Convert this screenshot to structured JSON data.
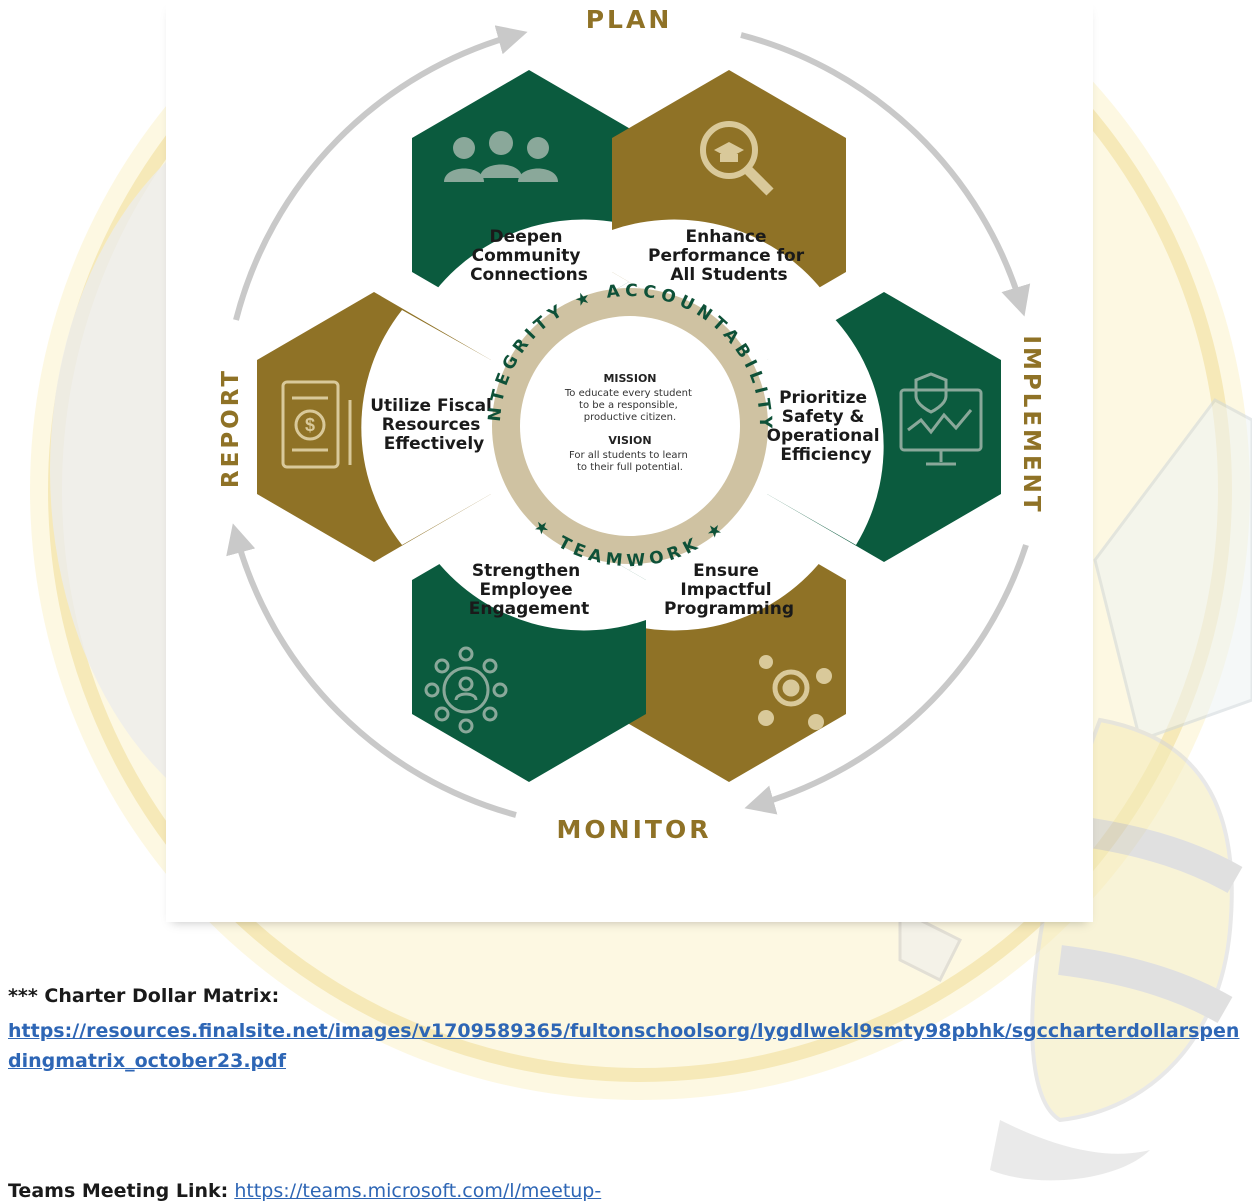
{
  "cycle": {
    "plan": "PLAN",
    "implement": "IMPLEMENT",
    "monitor": "MONITOR",
    "report": "REPORT"
  },
  "goals": [
    {
      "lines": [
        "Deepen",
        "Community",
        "Connections"
      ],
      "icon": "people-icon",
      "color": "green"
    },
    {
      "lines": [
        "Enhance",
        "Performance for",
        "All Students"
      ],
      "icon": "magnifier-graduation-cap-icon",
      "color": "gold"
    },
    {
      "lines": [
        "Prioritize",
        "Safety &",
        "Operational",
        "Efficiency"
      ],
      "icon": "shield-monitor-chart-icon",
      "color": "green"
    },
    {
      "lines": [
        "Ensure",
        "Impactful",
        "Programming"
      ],
      "icon": "gear-network-icon",
      "color": "gold"
    },
    {
      "lines": [
        "Strengthen",
        "Employee",
        "Engagement"
      ],
      "icon": "person-network-icon",
      "color": "green"
    },
    {
      "lines": [
        "Utilize Fiscal",
        "Resources",
        "Effectively"
      ],
      "icon": "invoice-dollar-icon",
      "color": "gold"
    }
  ],
  "values_ring": {
    "top": "INTEGRITY ★ ACCOUNTABILITY",
    "bottom": "★ TEAMWORK ★"
  },
  "mission": {
    "heading": "MISSION",
    "line1": "To educate every student",
    "line2": "to be a responsible,",
    "line3": "productive citizen."
  },
  "vision": {
    "heading": "VISION",
    "line1": "For all students to learn",
    "line2": "to their full potential."
  },
  "charter": {
    "label": "*** Charter Dollar Matrix:",
    "link": "https://resources.finalsite.net/images/v1709589365/fultonschoolsorg/lygdlwekl9smty98pbhk/sgccharterdollarspendingmatrix_october23.pdf"
  },
  "teams": {
    "label": "Teams Meeting Link:",
    "link": "https://teams.microsoft.com/l/meetup-"
  },
  "colors": {
    "green": "#0b5b3e",
    "gold": "#8f7226",
    "ring": "#cfc2a2",
    "cycle_arrow": "#c9c9c9"
  }
}
